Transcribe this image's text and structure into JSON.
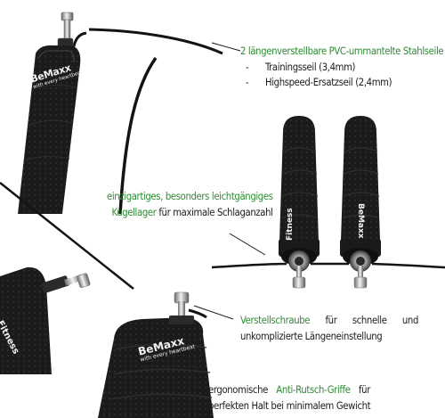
{
  "brand": {
    "logo": "BeMaxx",
    "tagline": "with every heartbeat",
    "fitness_word": "Fitness"
  },
  "colors": {
    "accent_green": "#2f8a35",
    "text": "#1c1c1c",
    "rope_black": "#141414"
  },
  "captions": {
    "cable": {
      "title": "2 längenverstellbare PVC-ummantelte Stahlseile",
      "items": [
        {
          "marker": "-",
          "text": "Trainingsseil (3,4mm)"
        },
        {
          "marker": "-",
          "text": "Highspeed-Ersatzseil (2,4mm)"
        }
      ]
    },
    "bearing": {
      "line1_highlight": "einzigartiges, besonders leichtgängiges",
      "line2_highlight": "Kugellager",
      "line2_rest": "für maximale Schlaganzahl"
    },
    "screw": {
      "line1_highlight": "Verstellschraube",
      "line1_w2": "für",
      "line1_w3": "schnelle",
      "line1_w4": "und",
      "line2": "unkomplizierte Längeneinstellung"
    },
    "grip": {
      "line1_w1": "ergonomische",
      "line1_highlight": "Anti-Rutsch-Griffe",
      "line1_w3": "für",
      "line2": "perfekten Halt bei minimalem Gewicht"
    }
  }
}
